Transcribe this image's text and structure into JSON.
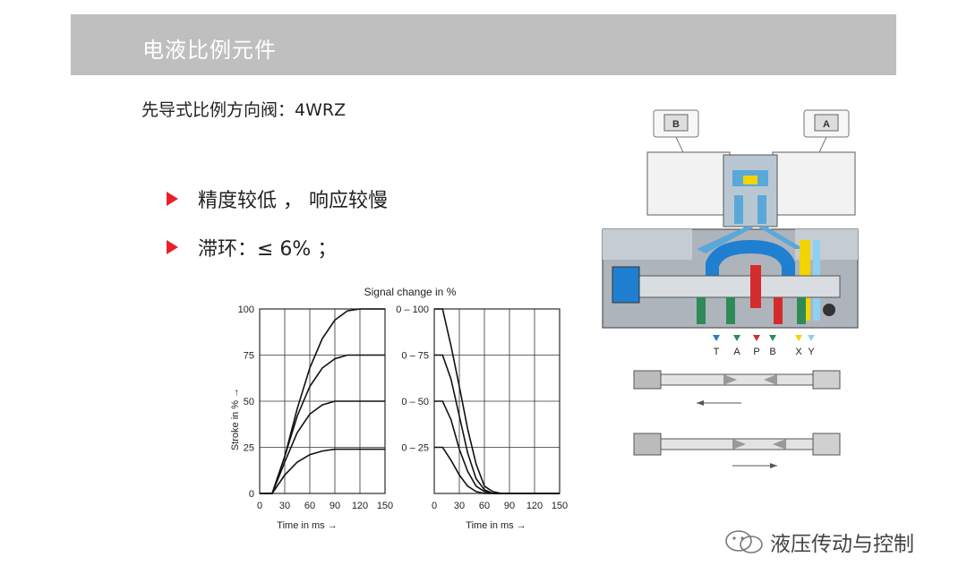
{
  "header": {
    "title": "电液比例元件"
  },
  "subtitle": "先导式比例方向阀：4WRZ",
  "bullets": [
    {
      "text": "精度较低 ， 响应较慢"
    },
    {
      "text": "滞环：≤  6% ；"
    }
  ],
  "colors": {
    "header_bg": "#bfbfbf",
    "bullet": "#e8202a"
  },
  "chart_data": {
    "type": "line",
    "title": "Signal change in %",
    "ylabel": "Stroke in % →",
    "xlabel": "Time in ms →",
    "x_ticks": [
      "0",
      "30",
      "60",
      "90",
      "120",
      "150"
    ],
    "xlim": [
      0,
      150
    ],
    "ylim": [
      0,
      100
    ],
    "left_y_ticks": [
      "100",
      "75",
      "50",
      "25",
      "0"
    ],
    "mid_labels": [
      "0 – 100",
      "0 – 75",
      "0 – 50",
      "0 – 25"
    ],
    "grid": true,
    "panels": [
      {
        "name": "step up",
        "series": [
          {
            "x": [
              0,
              15,
              30,
              45,
              60,
              75,
              90,
              105,
              120,
              150
            ],
            "y": [
              0,
              0,
              20,
              46,
              68,
              84,
              94,
              99,
              100,
              100
            ]
          },
          {
            "x": [
              0,
              15,
              30,
              45,
              60,
              75,
              90,
              105,
              120,
              150
            ],
            "y": [
              0,
              0,
              20,
              42,
              58,
              68,
              73,
              75,
              75,
              75
            ]
          },
          {
            "x": [
              0,
              15,
              30,
              45,
              60,
              75,
              90,
              105,
              120,
              150
            ],
            "y": [
              0,
              0,
              17,
              33,
              43,
              48,
              50,
              50,
              50,
              50
            ]
          },
          {
            "x": [
              0,
              15,
              30,
              45,
              60,
              75,
              90,
              105,
              120,
              150
            ],
            "y": [
              0,
              0,
              10,
              17,
              21,
              23,
              24,
              24,
              24,
              24
            ]
          }
        ]
      },
      {
        "name": "step down",
        "series": [
          {
            "x": [
              0,
              10,
              20,
              30,
              40,
              50,
              60,
              70,
              80,
              150
            ],
            "y": [
              100,
              100,
              80,
              58,
              35,
              16,
              4,
              1,
              0,
              0
            ]
          },
          {
            "x": [
              0,
              10,
              20,
              30,
              40,
              50,
              60,
              70,
              80,
              150
            ],
            "y": [
              75,
              75,
              62,
              42,
              22,
              8,
              2,
              0,
              0,
              0
            ]
          },
          {
            "x": [
              0,
              10,
              20,
              30,
              40,
              50,
              60,
              70,
              80,
              150
            ],
            "y": [
              50,
              50,
              40,
              24,
              12,
              4,
              1,
              0,
              0,
              0
            ]
          },
          {
            "x": [
              0,
              10,
              20,
              30,
              40,
              50,
              60,
              70,
              80,
              150
            ],
            "y": [
              25,
              25,
              18,
              10,
              4,
              1,
              0,
              0,
              0,
              0
            ]
          }
        ]
      }
    ]
  },
  "valve": {
    "solenoid_b": "B",
    "solenoid_a": "A",
    "ports": [
      "T",
      "A",
      "P",
      "B",
      "X",
      "Y"
    ]
  },
  "watermark": {
    "text": "液压传动与控制"
  }
}
